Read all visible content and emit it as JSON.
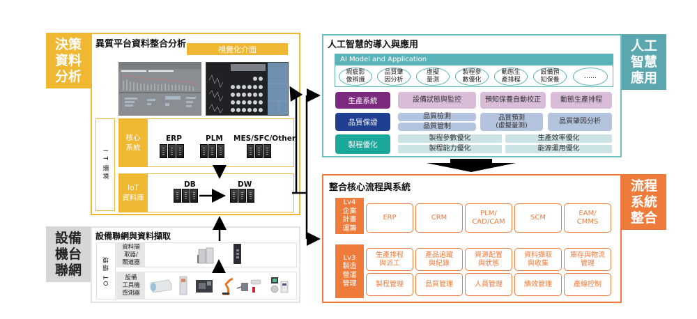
{
  "decision": {
    "tag": [
      "決策",
      "資料",
      "分析"
    ],
    "title": "異質平台資料整合分析",
    "viz_label": "視覺化介面",
    "it_env": "I T 環境",
    "core": {
      "tag": [
        "核心",
        "系統"
      ],
      "systems": [
        "ERP",
        "PLM",
        "MES/SFC/Other"
      ]
    },
    "iot": {
      "tag": [
        "IoT",
        "資料庫"
      ],
      "stores": [
        "DB",
        "DW"
      ]
    }
  },
  "equipment": {
    "tag": [
      "設備",
      "機台",
      "聯網"
    ],
    "title": "設備聯網與資料擷取",
    "ot_env": "OT 環境",
    "gateway_tag": [
      "資料擷",
      "取器/",
      "閘道器"
    ],
    "device_tag": [
      "設備",
      "工具機",
      "感測器"
    ],
    "device_icons": [
      "reflow-oven-icon",
      "control-cabinet-icon",
      "cnc-machine-icon",
      "robot-arm-icon",
      "sensor-camera-icon",
      "power-meter-icon"
    ],
    "gateway_icons": [
      "industrial-pc-icon",
      "gateway-device-icon"
    ]
  },
  "ai": {
    "tag": [
      "人工",
      "智慧",
      "應用"
    ],
    "title": "人工智慧的導入與應用",
    "model_bar": "AI Model and Application",
    "models": [
      [
        "瑕疵影",
        "像辨識"
      ],
      [
        "品質肇",
        "因分析"
      ],
      [
        "虛擬",
        "量測"
      ],
      [
        "製程參",
        "數優化"
      ],
      [
        "動態生",
        "產排程"
      ],
      [
        "設備預",
        "知保養"
      ],
      [
        "……"
      ]
    ],
    "rows": [
      {
        "label": "生產系統",
        "color": "#7b2a7e",
        "cells": [
          "設備狀態與監控",
          "預知保養自動校正",
          "動態生產排程"
        ]
      },
      {
        "label": "品質保證",
        "color": "#1f3f93",
        "cells": [
          "品質檢測",
          "品質管制",
          "品質預測\n(虛擬量測)",
          "品質肇因分析"
        ]
      },
      {
        "label": "製程優化",
        "color": "#1aa89a",
        "cells": [
          "製程參數優化",
          "製程能力優化",
          "生產效率優化",
          "能源運用優化"
        ]
      }
    ]
  },
  "process": {
    "tag": [
      "流程",
      "系統",
      "整合"
    ],
    "title": "整合核心流程與系統",
    "lv4": {
      "tag": [
        "Lv4",
        "企業",
        "計畫",
        "運籌"
      ],
      "cells": [
        "ERP",
        "CRM",
        "PLM/\nCAD/CAM",
        "SCM",
        "EAM/\nCMMS"
      ]
    },
    "lv3": {
      "tag": [
        "Lv3",
        "製造",
        "營運",
        "管理"
      ],
      "row1": [
        "生產排程\n與派工",
        "產品追蹤\n與紀錄",
        "資源配置\n與狀態",
        "資料擷取\n與收集",
        "庫存與物流\n管理"
      ],
      "row2": [
        "製程管理",
        "品質管理",
        "人員管理",
        "績效管理",
        "產線控制"
      ]
    }
  },
  "colors": {
    "decision": "#f0b732",
    "equipment": "#d6d6d6",
    "ai": "#5aa7b0",
    "process": "#ef7b3b"
  }
}
